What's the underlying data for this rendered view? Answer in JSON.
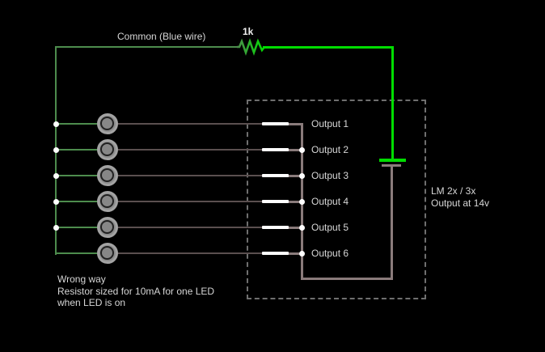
{
  "colors": {
    "bg": "#000000",
    "wire_green_mid": "#4d8c4d",
    "wire_green_bright": "#00dd00",
    "wire_dark_gray": "#5a4f4f",
    "wire_light_gray": "#8a7b7b",
    "switch_white": "#ffffff",
    "dashed_box": "#6f6f6f",
    "led_ring": "#a3a3a3",
    "led_body": "#8d8d8d",
    "led_core": "#878787",
    "led_core_ring": "#212121",
    "text": "#d6d6d6"
  },
  "labels": {
    "common_wire": "Common (Blue wire)",
    "resistor_value": "1k",
    "module_line1": "LM 2x / 3x",
    "module_line2": "Output at 14v",
    "note_line1": "Wrong way",
    "note_line2": "Resistor sized for 10mA for one LED",
    "note_line3": "when LED is on"
  },
  "outputs": [
    "Output 1",
    "Output 2",
    "Output 3",
    "Output 4",
    "Output 5",
    "Output 6"
  ]
}
